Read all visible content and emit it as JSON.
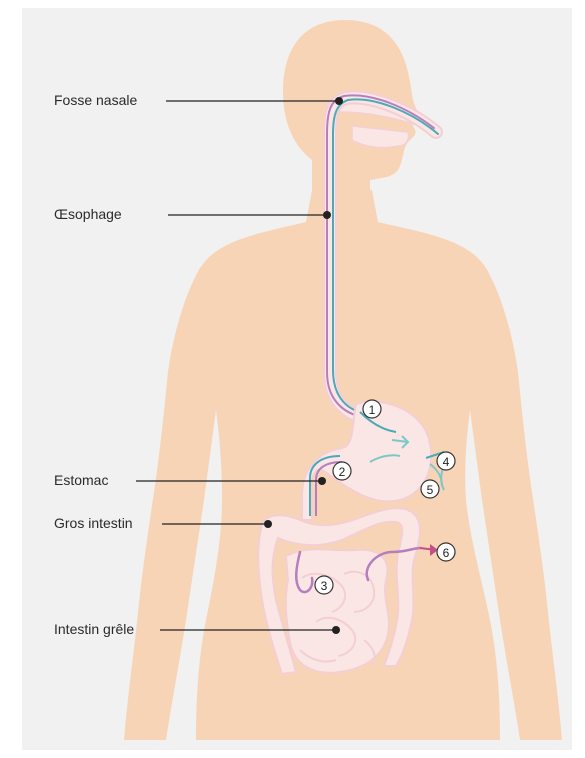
{
  "labels": {
    "fosse_nasale": "Fosse nasale",
    "oesophage": "Œsophage",
    "estomac": "Estomac",
    "gros_intestin": "Gros intestin",
    "intestin_grele": "Intestin grêle"
  },
  "markers": [
    "1",
    "2",
    "3",
    "4",
    "5",
    "6"
  ],
  "colors": {
    "background": "#f1f1f1",
    "body": "#f8d4b7",
    "organ": "#fbe6e6",
    "organ_outline": "#f3cfd2",
    "tract_teal": "#4aaab6",
    "tract_purple": "#b57fbd",
    "leader_line": "#222222",
    "marker_stroke": "#333333"
  }
}
